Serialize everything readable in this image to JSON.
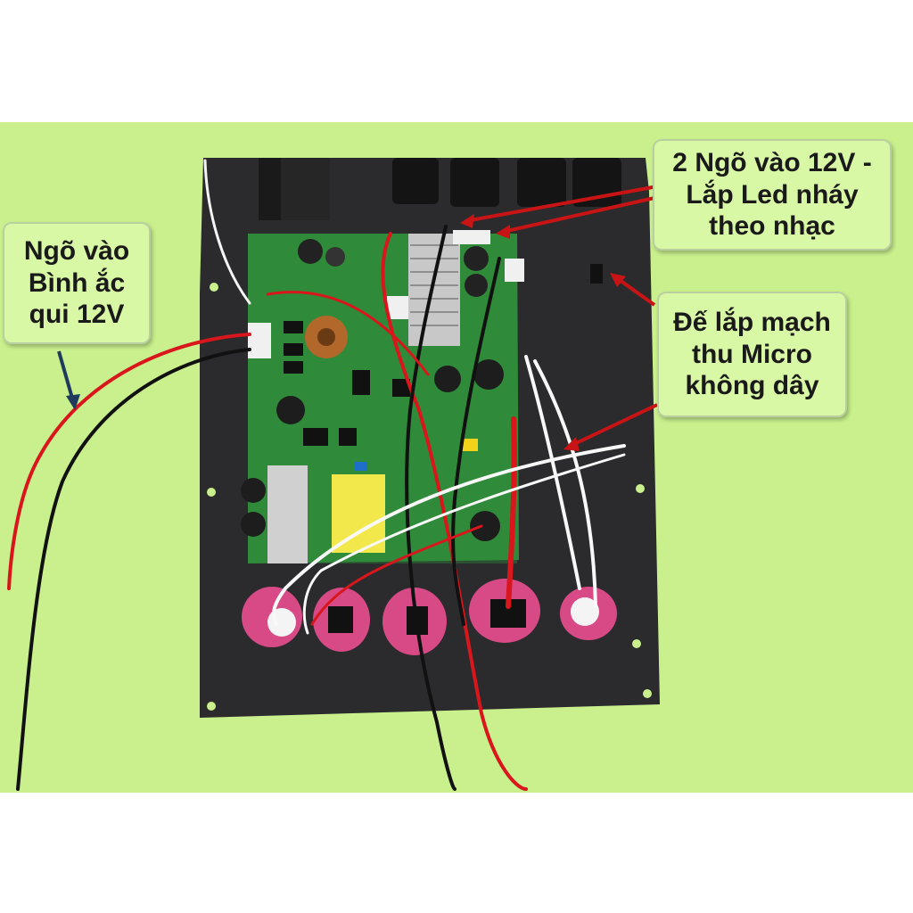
{
  "colors": {
    "background": "#c9f08d",
    "callout_fill": "#d9f8a5",
    "pcb_green": "#2f8a3a",
    "plate": "#2b2b2d",
    "wire_red": "#d8161c",
    "wire_black": "#111111",
    "arrow_red": "#c81414",
    "arrow_blue": "#1f3a5c"
  },
  "callouts": {
    "battery_input": "Ngõ vào\nBình ắc\nqui 12V",
    "led_input": "2 Ngõ vào 12V -\nLắp Led nháy\ntheo nhạc",
    "wireless_mic": "Đế lắp mạch\nthu Micro\nkhông dây"
  }
}
